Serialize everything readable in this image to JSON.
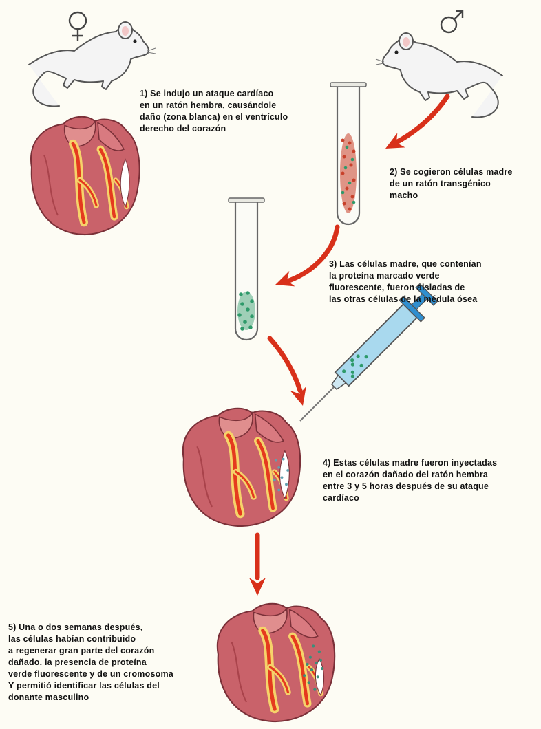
{
  "colors": {
    "background": "#fdfcf4",
    "arrow": "#d8301a",
    "heart": "#c9626a",
    "vessel_fill": "#e53a1e",
    "vessel_border": "#f6d36a",
    "gfp_cells": "#2e9a6a",
    "donor_cells_red": "#c8402a",
    "syringe": "#a9d9ee",
    "syringe_cap": "#2f8fd0"
  },
  "icons": {
    "female_symbol": "female-symbol-icon",
    "male_symbol": "male-symbol-icon",
    "female_mouse": "female-mouse-icon",
    "male_mouse": "male-mouse-icon",
    "heart": "heart-icon",
    "test_tube": "test-tube-icon",
    "syringe": "syringe-icon"
  },
  "steps": {
    "step1": "1) Se indujo un ataque cardíaco\nen un ratón hembra, causándole\ndaño (zona blanca) en el ventrículo\nderecho del corazón",
    "step2": "2) Se cogieron células madre\nde un ratón transgénico\nmacho",
    "step3": "3) Las células madre, que contenían\nla proteína marcado verde\nfluorescente, fueron aisladas de\nlas otras células de la médula ósea",
    "step4": "4) Estas células madre fueron inyectadas\nen el corazón dañado del ratón hembra\nentre 3 y 5 horas después de su ataque\ncardíaco",
    "step5": "5) Una o dos semanas después,\nlas células habían contribuido\na regenerar gran parte del corazón\ndañado. la presencia de proteína\nverde fluorescente y de un cromosoma\nY permitió identificar las células del\ndonante masculino"
  }
}
